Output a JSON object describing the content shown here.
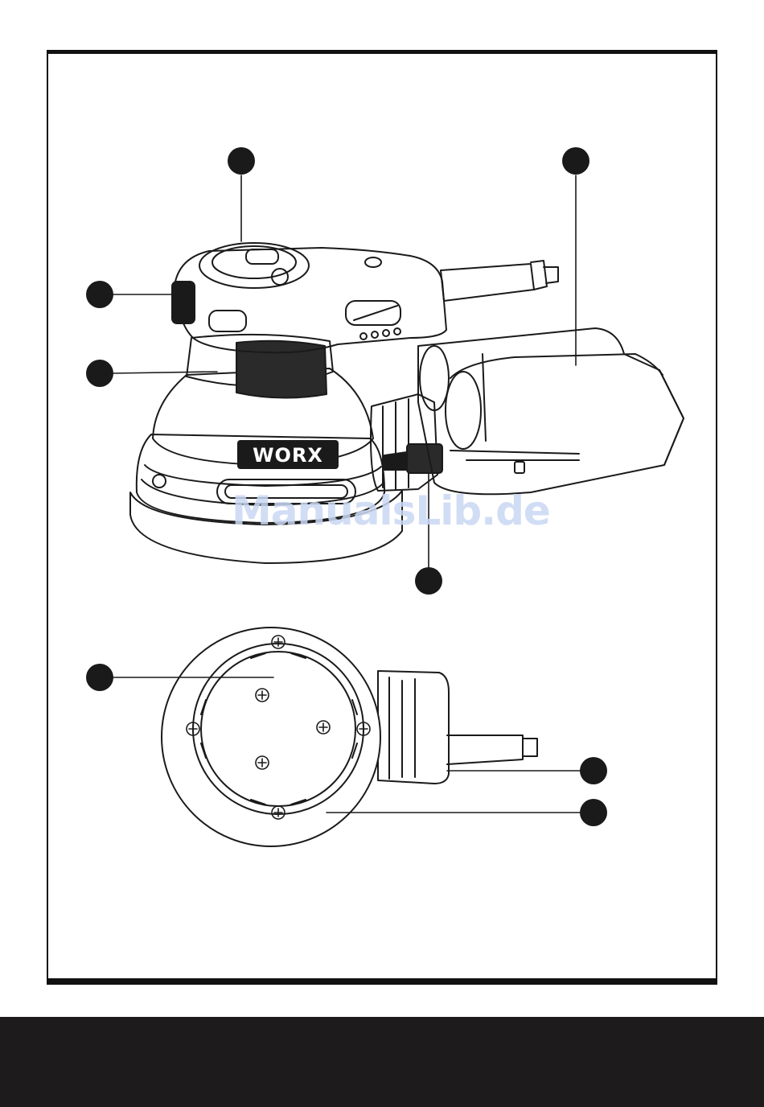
{
  "figure": {
    "brand_badge": "WORX",
    "callout_count": 8
  },
  "watermark": {
    "text": "ManualsLib.de"
  },
  "colors": {
    "line": "#1a1a1a",
    "frame": "#111111",
    "footer": "#1d1b1b",
    "watermark": "#c9d8f3"
  }
}
